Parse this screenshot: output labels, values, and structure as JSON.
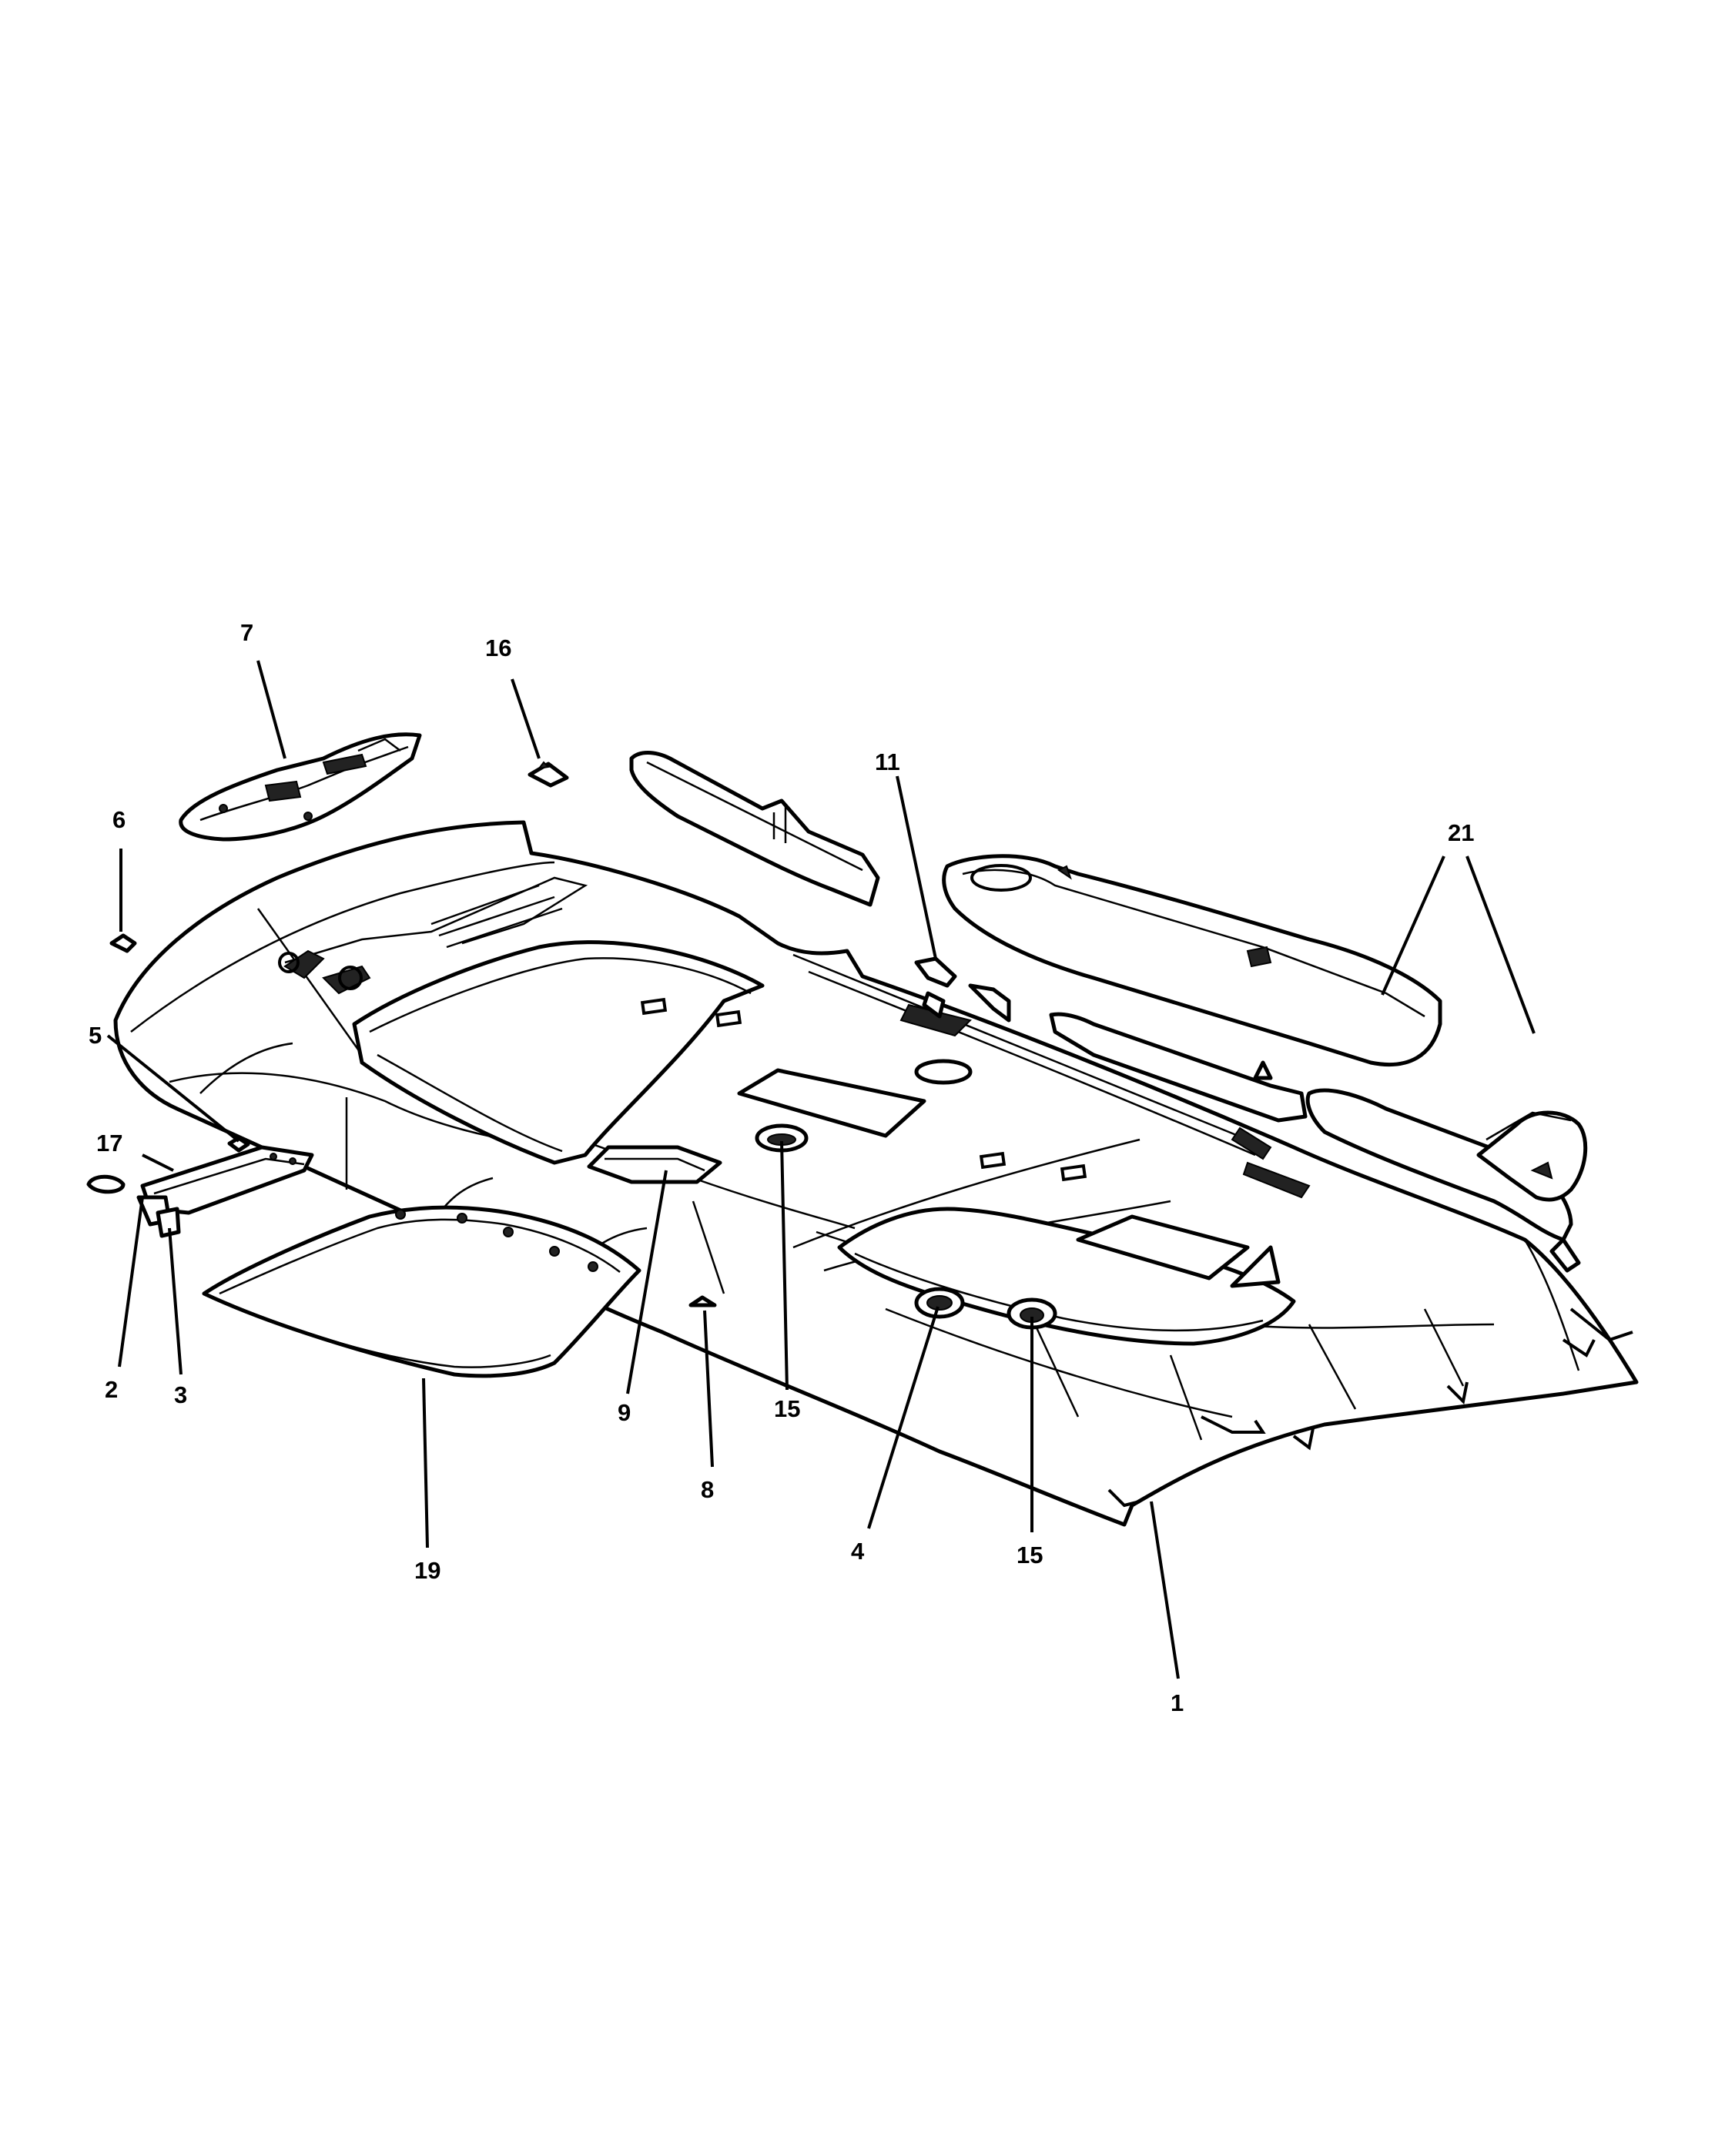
{
  "diagram": {
    "callouts": {
      "c1": "1",
      "c2": "2",
      "c3": "3",
      "c4": "4",
      "c5": "5",
      "c6": "6",
      "c7": "7",
      "c8": "8",
      "c9": "9",
      "c11": "11",
      "c15a": "15",
      "c15b": "15",
      "c16": "16",
      "c17": "17",
      "c19": "19",
      "c21": "21"
    }
  }
}
